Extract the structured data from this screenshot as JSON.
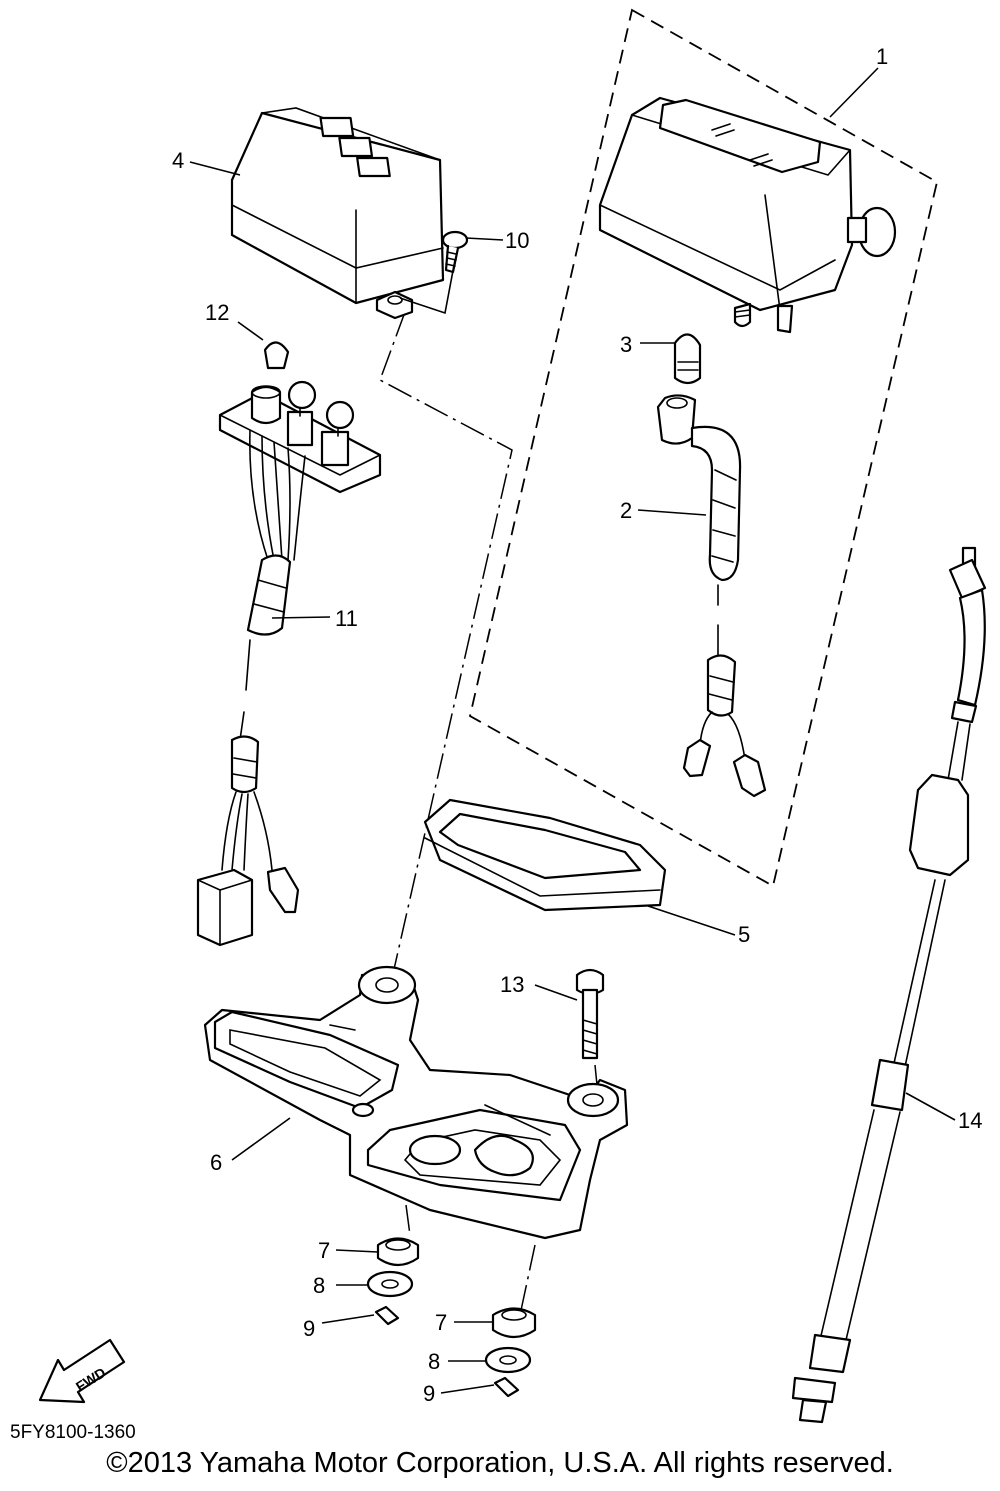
{
  "callouts": [
    {
      "id": "c1",
      "text": "1"
    },
    {
      "id": "c2",
      "text": "2"
    },
    {
      "id": "c3",
      "text": "3"
    },
    {
      "id": "c4",
      "text": "4"
    },
    {
      "id": "c5",
      "text": "5"
    },
    {
      "id": "c6",
      "text": "6"
    },
    {
      "id": "c7a",
      "text": "7"
    },
    {
      "id": "c7b",
      "text": "7"
    },
    {
      "id": "c8a",
      "text": "8"
    },
    {
      "id": "c8b",
      "text": "8"
    },
    {
      "id": "c9a",
      "text": "9"
    },
    {
      "id": "c9b",
      "text": "9"
    },
    {
      "id": "c10",
      "text": "10"
    },
    {
      "id": "c11",
      "text": "11"
    },
    {
      "id": "c12",
      "text": "12"
    },
    {
      "id": "c13",
      "text": "13"
    },
    {
      "id": "c14",
      "text": "14"
    }
  ],
  "fwd_label": "FWD",
  "diagram_code": "5FY8100-1360",
  "copyright": "©2013 Yamaha Motor Corporation, U.S.A. All rights reserved."
}
